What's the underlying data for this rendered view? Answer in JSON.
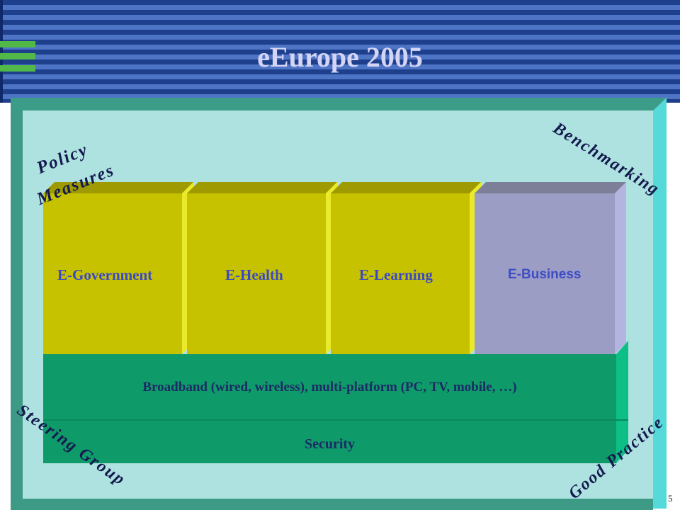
{
  "slide": {
    "title": "eEurope 2005",
    "page_number": "5"
  },
  "columns": [
    {
      "label": "E-Government"
    },
    {
      "label": "E-Health"
    },
    {
      "label": "E-Learning"
    },
    {
      "label": "E-Business"
    }
  ],
  "layers": {
    "broadband": "Broadband (wired, wireless), multi-platform (PC, TV, mobile, …)",
    "security": "Security"
  },
  "corners": {
    "top_left_line1": "Policy",
    "top_left_line2": "Measures",
    "top_right": "Benchmarking",
    "bottom_left": "Steering Group",
    "bottom_right": "Good Practice"
  },
  "colors": {
    "header_dark": "#1d3f8c",
    "header_light": "#4e74c6",
    "accent_green": "#52b848",
    "frame": "#aee2e0",
    "column_olive": "#c6c200",
    "column_lavender": "#9b9dc5",
    "slab_green": "#0f9a6a"
  }
}
